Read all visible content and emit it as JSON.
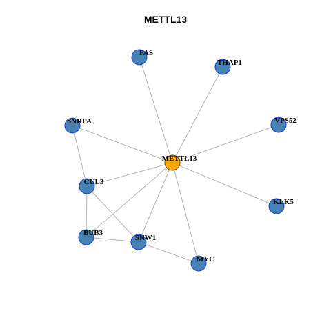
{
  "title": "METTL13",
  "colors": {
    "node_fill": "#4682b4",
    "node_stroke": "#1a3ecf",
    "hub_fill": "#ffa500",
    "edge": "#b3b3b3"
  },
  "nodes": [
    {
      "id": "METTL13",
      "label": "METTL13",
      "hub": true
    },
    {
      "id": "FAS",
      "label": "FAS"
    },
    {
      "id": "THAP1",
      "label": "THAP1"
    },
    {
      "id": "SNRPA",
      "label": "SNRPA"
    },
    {
      "id": "VPS52",
      "label": "VPS52"
    },
    {
      "id": "CUL3",
      "label": "CUL3"
    },
    {
      "id": "KLK5",
      "label": "KLK5"
    },
    {
      "id": "BUB3",
      "label": "BUB3"
    },
    {
      "id": "SNW1",
      "label": "SNW1"
    },
    {
      "id": "MYC",
      "label": "MYC"
    }
  ],
  "edges": [
    [
      "METTL13",
      "FAS"
    ],
    [
      "METTL13",
      "THAP1"
    ],
    [
      "METTL13",
      "SNRPA"
    ],
    [
      "METTL13",
      "VPS52"
    ],
    [
      "METTL13",
      "CUL3"
    ],
    [
      "METTL13",
      "KLK5"
    ],
    [
      "METTL13",
      "BUB3"
    ],
    [
      "METTL13",
      "SNW1"
    ],
    [
      "METTL13",
      "MYC"
    ],
    [
      "SNRPA",
      "CUL3"
    ],
    [
      "CUL3",
      "BUB3"
    ],
    [
      "CUL3",
      "SNW1"
    ],
    [
      "BUB3",
      "SNW1"
    ],
    [
      "SNW1",
      "MYC"
    ]
  ]
}
